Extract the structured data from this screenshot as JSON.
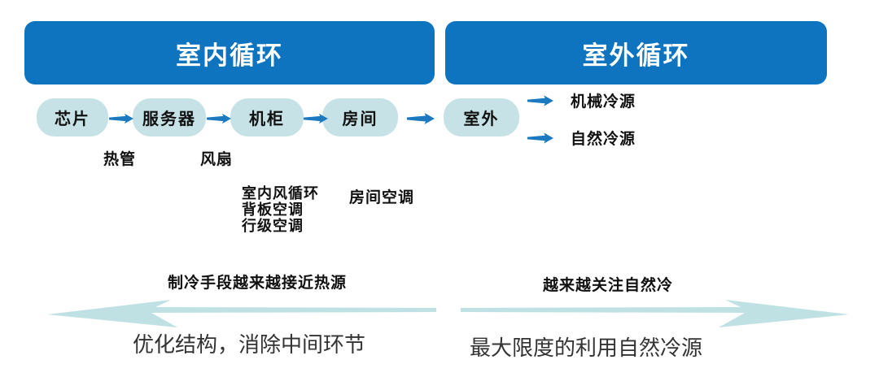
{
  "headers": {
    "indoor": "室内循环",
    "outdoor": "室外循环"
  },
  "flow_nodes": [
    {
      "label": "芯片"
    },
    {
      "label": "服务器"
    },
    {
      "label": "机柜"
    },
    {
      "label": "房间"
    },
    {
      "label": "室外"
    }
  ],
  "stage_labels": {
    "heat_pipe": "热管",
    "fan": "风扇",
    "cabinet_methods": [
      "室内风循环",
      "背板空调",
      "行级空调"
    ],
    "room_method": "房间空调"
  },
  "outdoor_branches": [
    {
      "label": "机械冷源"
    },
    {
      "label": "自然冷源"
    }
  ],
  "bottom_left": {
    "caption": "制冷手段越来越接近热源",
    "summary": "优化结构，消除中间环节"
  },
  "bottom_right": {
    "caption": "越来越关注自然冷",
    "summary": "最大限度的利用自然冷源"
  },
  "icons": {
    "flow_arrow": "right-swoosh-arrow",
    "branch_arrow": "right-swoosh-arrow",
    "big_left_arrow": "left-sweep-arrow",
    "big_right_arrow": "right-sweep-arrow"
  },
  "colors": {
    "header_blue": "#0e74bf",
    "header_text": "#ffffff",
    "node_fill": "#c6e2e6",
    "arrow_blue": "#1b79c0",
    "big_arrow_fill": "#bfe1e4",
    "text_dark": "#111111",
    "summary_text": "#333333",
    "background": "#ffffff"
  }
}
